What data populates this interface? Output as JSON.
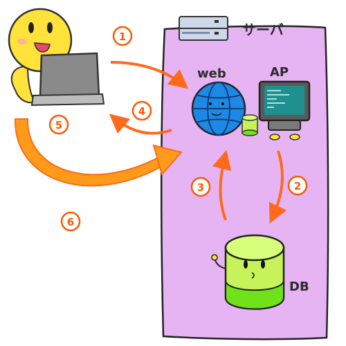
{
  "server": {
    "label": "サーバ",
    "fill": "#e6b4f2",
    "stroke": "#222222"
  },
  "web": {
    "label": "web"
  },
  "ap": {
    "label": "AP"
  },
  "db": {
    "label": "DB"
  },
  "steps": [
    "1",
    "2",
    "3",
    "4",
    "5",
    "6"
  ],
  "colors": {
    "arrow": "#ff6a1a",
    "big_arrow": "#ff9a1a",
    "client_face": "#ffe23a",
    "laptop": "#8a8a8a",
    "globe": "#1e88e5",
    "db_body": "#c6f35a",
    "db_band": "#6fe21a",
    "monitor": "#5a5a5a",
    "monitor_screen": "#1f8f8f"
  }
}
